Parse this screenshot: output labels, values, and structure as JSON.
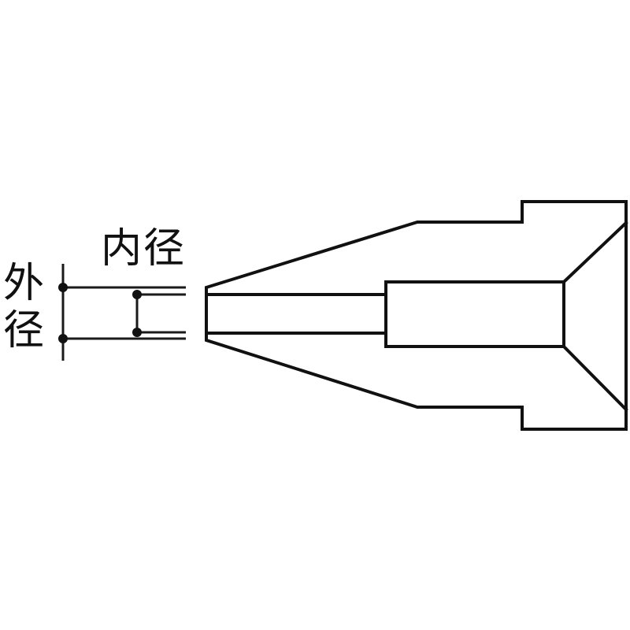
{
  "diagram": {
    "subject": "nozzle cross-section",
    "labels": {
      "inner_diameter": "内径",
      "outer_diameter_char1": "外",
      "outer_diameter_char2": "径"
    },
    "colors": {
      "line": "#111111",
      "background": "#ffffff"
    }
  }
}
